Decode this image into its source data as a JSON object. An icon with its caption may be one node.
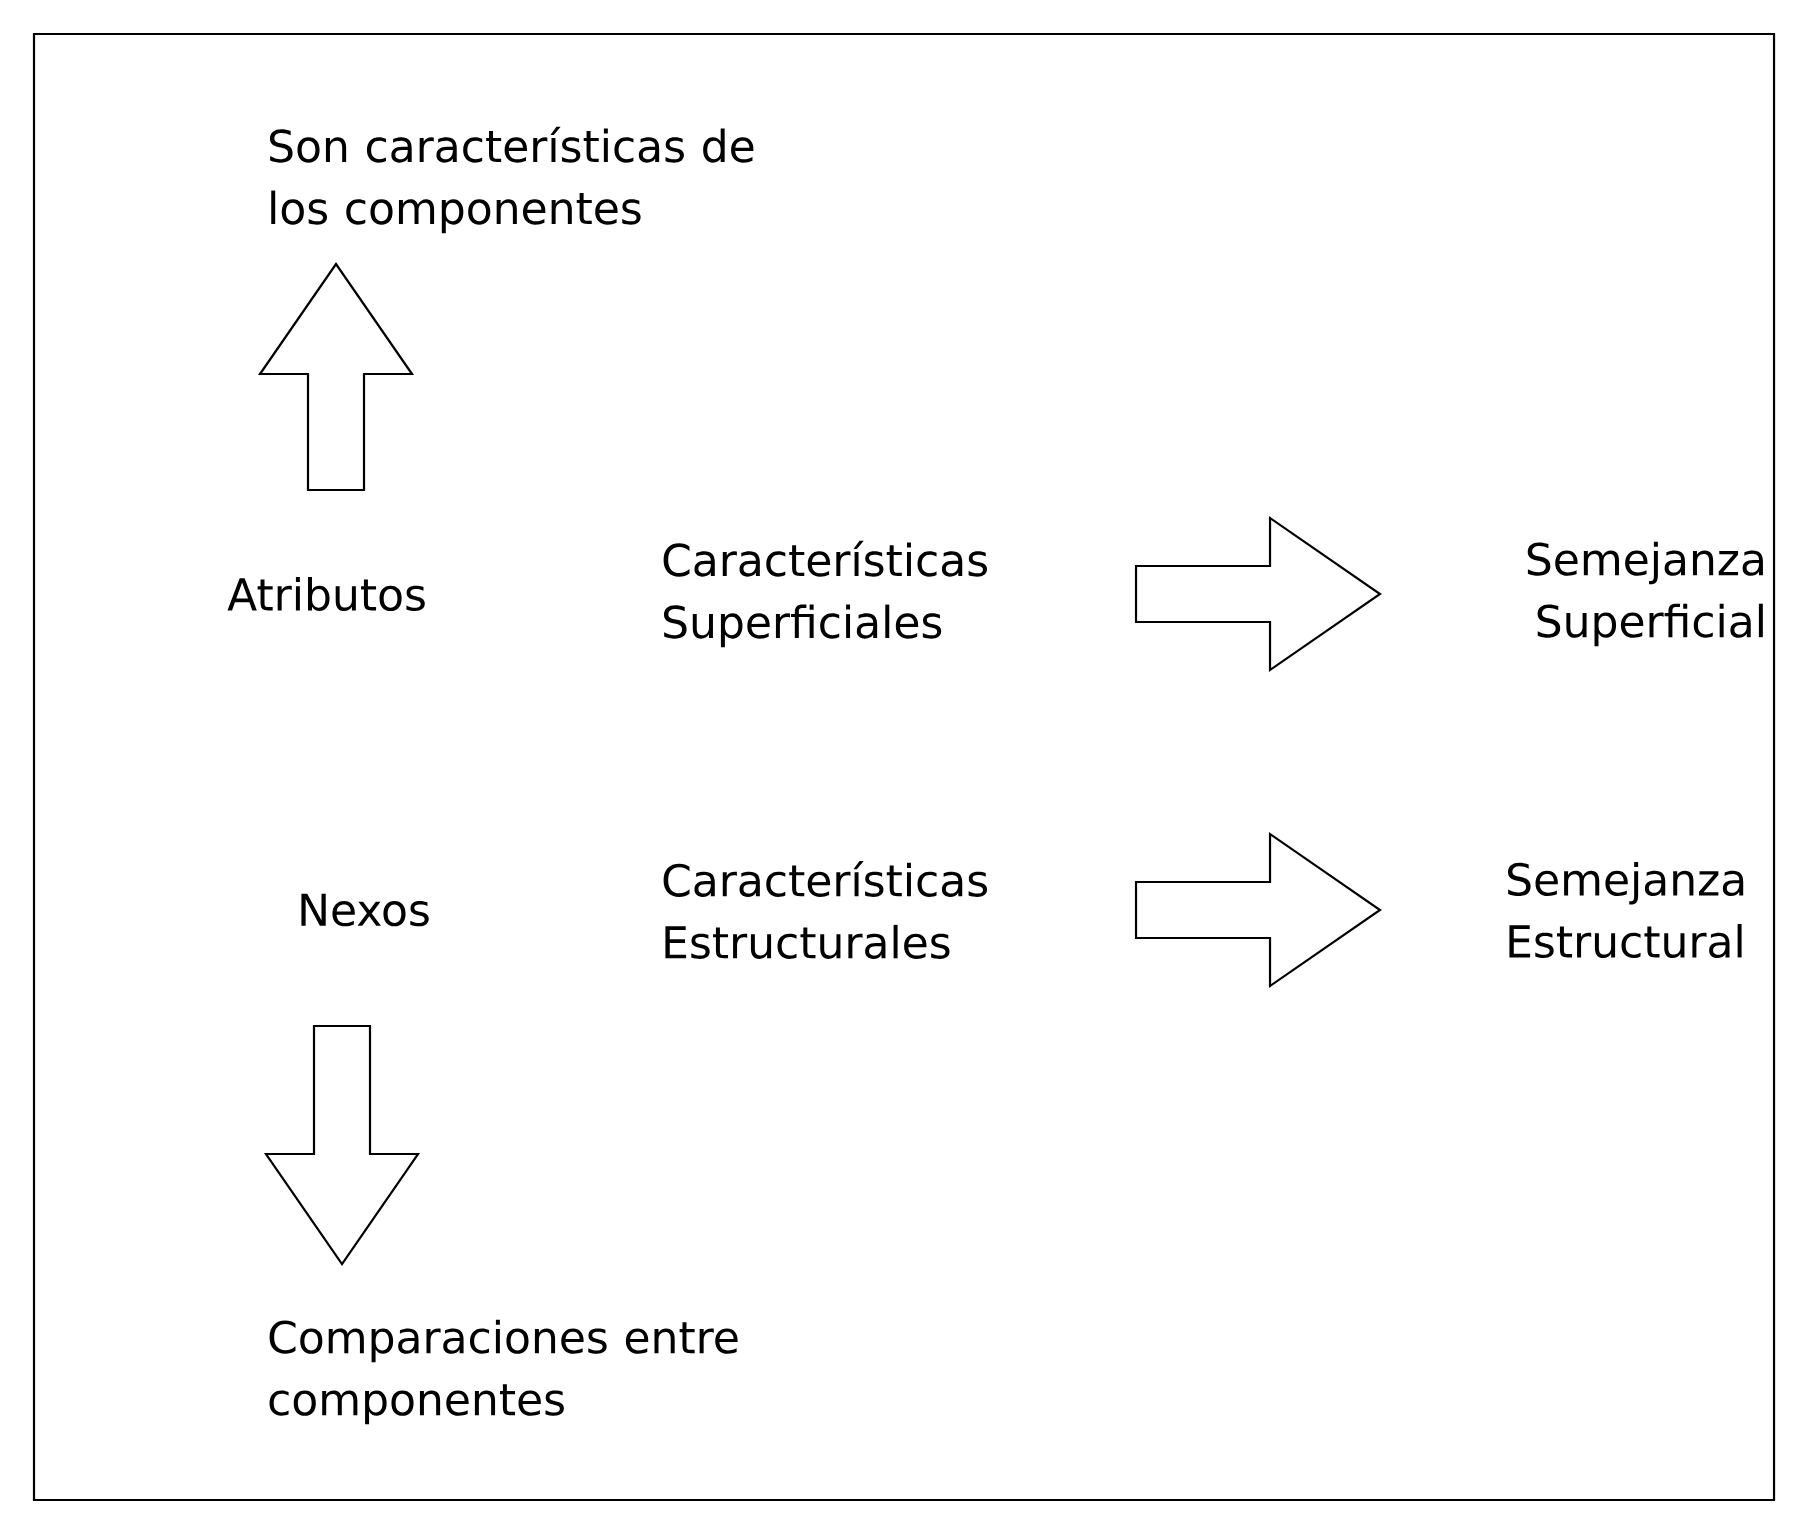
{
  "diagram": {
    "nodes": [
      {
        "text": [
          "Son características de los componentes"
        ]
      },
      {
        "text": [
          "Atributos"
        ]
      },
      {
        "text": [
          "Características Superficiales"
        ]
      },
      {
        "text": [
          "Semejanza Superficial"
        ]
      },
      {
        "text": [
          "Nexos"
        ]
      },
      {
        "text": [
          "Características Estructurales"
        ]
      },
      {
        "text": [
          "Semejanza Estructural"
        ]
      },
      {
        "text": [
          "Comparaciones entre componentes"
        ]
      }
    ],
    "edges": [
      {
        "from": 1,
        "to": 0,
        "arrow": "to"
      },
      {
        "from": 2,
        "to": 3,
        "arrow": "to"
      },
      {
        "from": 5,
        "to": 6,
        "arrow": "to"
      },
      {
        "from": 4,
        "to": 7,
        "arrow": "to"
      }
    ]
  }
}
